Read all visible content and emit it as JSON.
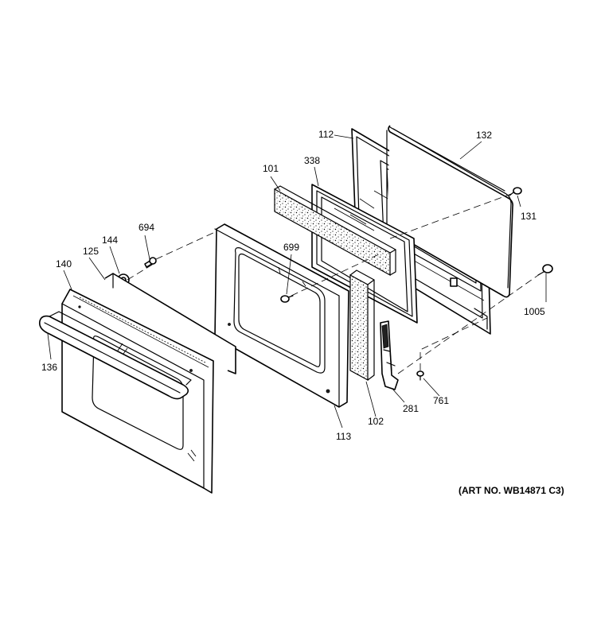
{
  "art_number": "(ART NO. WB14871 C3)",
  "callouts": {
    "c101": "101",
    "c102": "102",
    "c112": "112",
    "c113": "113",
    "c125": "125",
    "c131": "131",
    "c132": "132",
    "c136": "136",
    "c140": "140",
    "c144": "144",
    "c281": "281",
    "c338": "338",
    "c694": "694",
    "c699": "699",
    "c761": "761",
    "c1005": "1005"
  }
}
